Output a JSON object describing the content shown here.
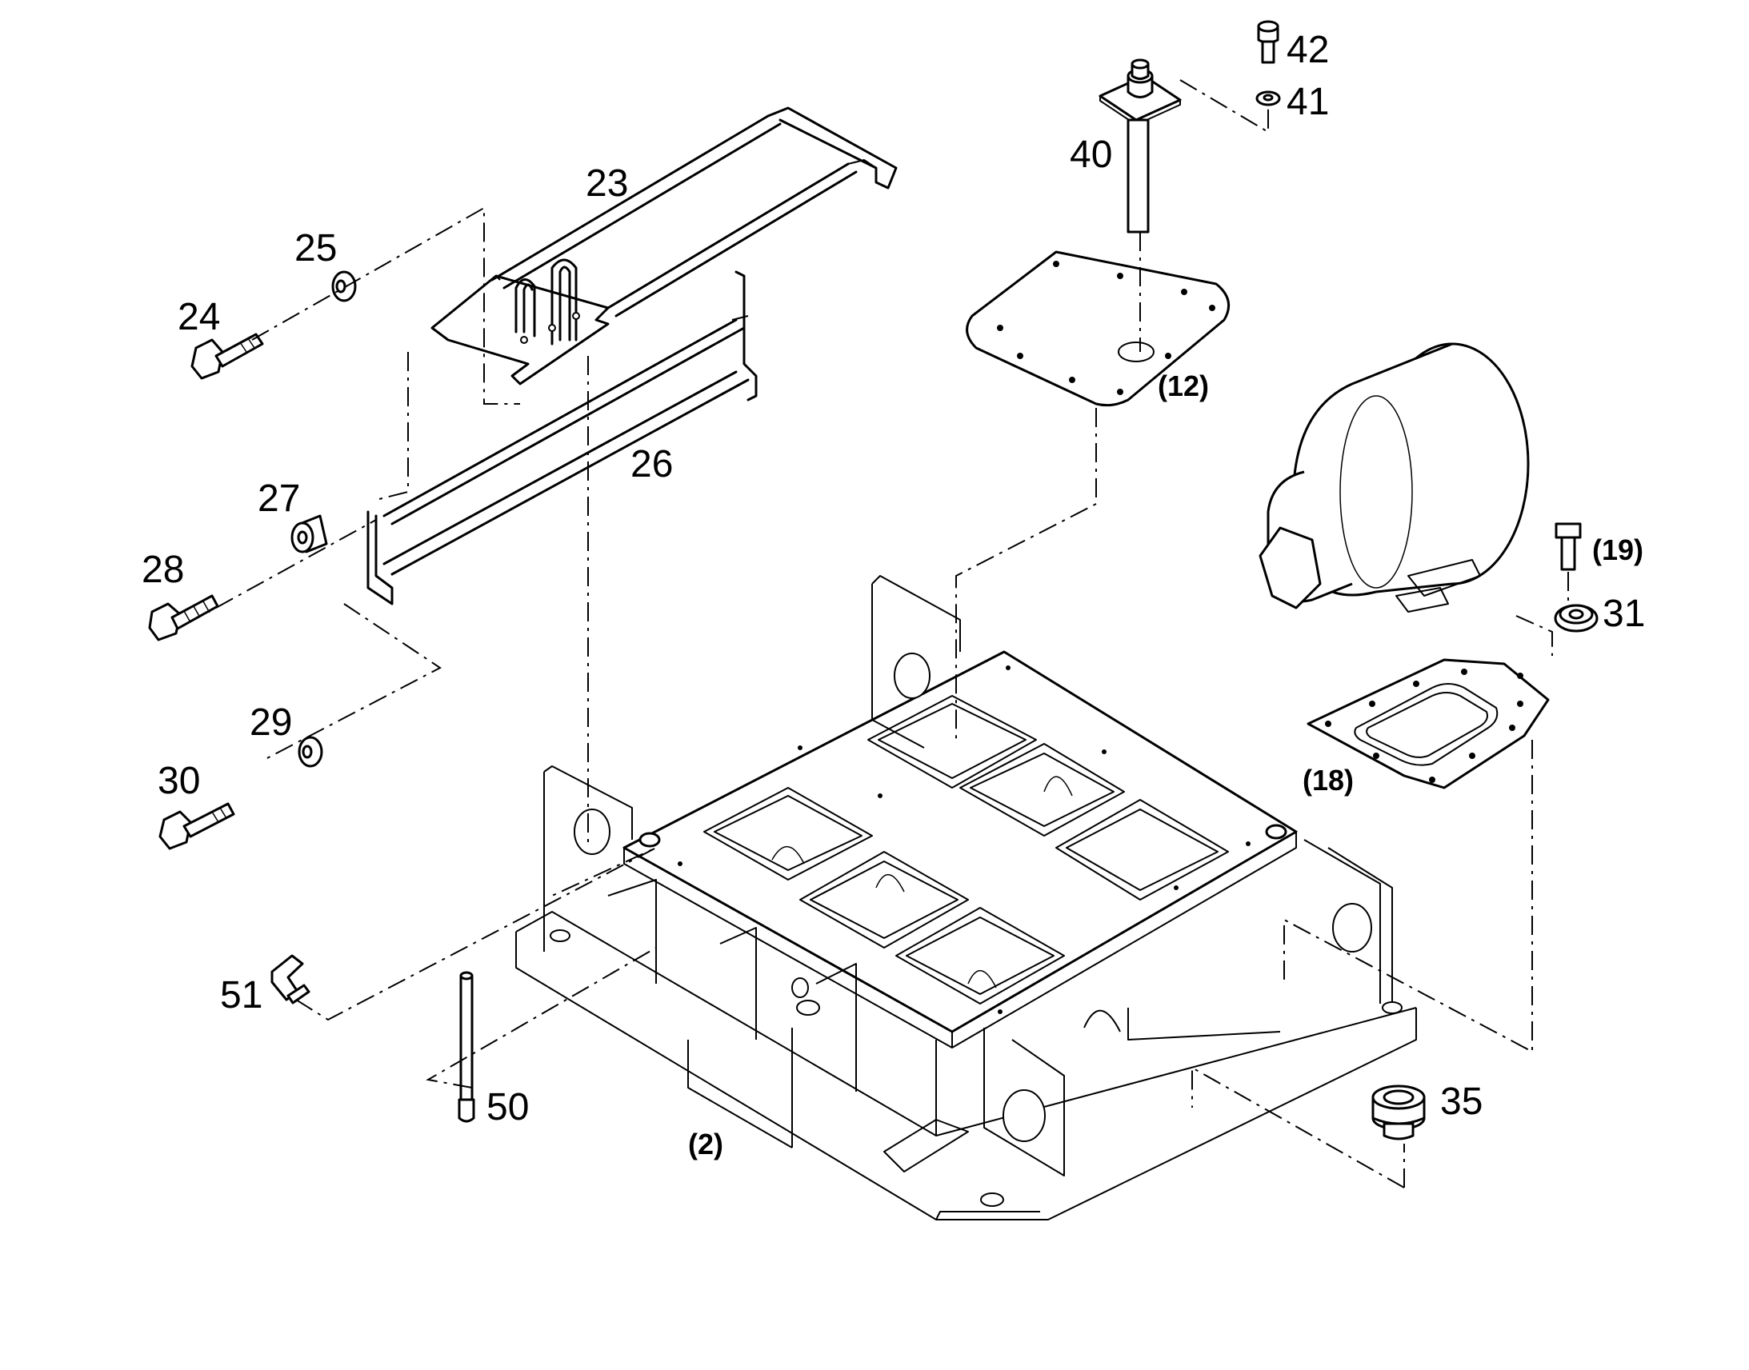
{
  "diagram": {
    "callouts": [
      {
        "id": "23",
        "text": "23"
      },
      {
        "id": "24",
        "text": "24"
      },
      {
        "id": "25",
        "text": "25"
      },
      {
        "id": "26",
        "text": "26"
      },
      {
        "id": "27",
        "text": "27"
      },
      {
        "id": "28",
        "text": "28"
      },
      {
        "id": "29",
        "text": "29"
      },
      {
        "id": "30",
        "text": "30"
      },
      {
        "id": "31",
        "text": "31"
      },
      {
        "id": "35",
        "text": "35"
      },
      {
        "id": "40",
        "text": "40"
      },
      {
        "id": "41",
        "text": "41"
      },
      {
        "id": "42",
        "text": "42"
      },
      {
        "id": "50",
        "text": "50"
      },
      {
        "id": "51",
        "text": "51"
      }
    ],
    "references": [
      {
        "id": "2",
        "text": "(2)"
      },
      {
        "id": "12",
        "text": "(12)"
      },
      {
        "id": "18",
        "text": "(18)"
      },
      {
        "id": "19",
        "text": "(19)"
      }
    ]
  }
}
